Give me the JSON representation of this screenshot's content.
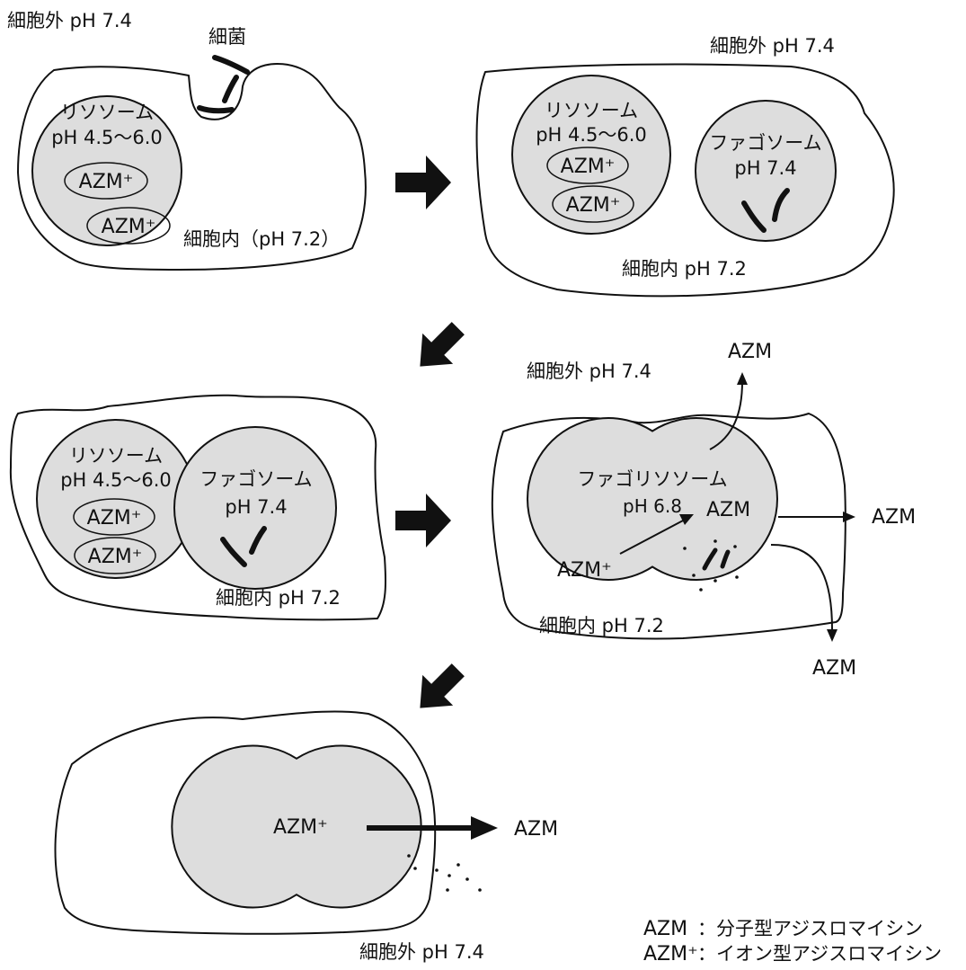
{
  "colors": {
    "organelle_fill": "#dddddd",
    "line": "#111111",
    "background": "#ffffff"
  },
  "panel1": {
    "extracellular": "細胞外 pH 7.4",
    "bacterium": "細菌",
    "lysosome_name": "リソソーム",
    "lysosome_ph": "pH 4.5～6.0",
    "azm_ion_1": "AZM⁺",
    "azm_ion_2": "AZM⁺",
    "intracellular": "細胞内（pH 7.2）"
  },
  "panel2": {
    "extracellular": "細胞外 pH 7.4",
    "lysosome_name": "リソソーム",
    "lysosome_ph": "pH 4.5～6.0",
    "azm_ion_1": "AZM⁺",
    "azm_ion_2": "AZM⁺",
    "phagosome_name": "ファゴソーム",
    "phagosome_ph": "pH 7.4",
    "intracellular": "細胞内 pH 7.2"
  },
  "panel3": {
    "lysosome_name": "リソソーム",
    "lysosome_ph": "pH 4.5～6.0",
    "azm_ion_1": "AZM⁺",
    "azm_ion_2": "AZM⁺",
    "phagosome_name": "ファゴソーム",
    "phagosome_ph": "pH 7.4",
    "intracellular": "細胞内 pH 7.2"
  },
  "panel4": {
    "extracellular": "細胞外 pH 7.4",
    "phagolysosome_name": "ファゴリソソーム",
    "phagolysosome_ph": "pH 6.8",
    "azm_inside": "AZM",
    "azm_ion": "AZM⁺",
    "azm_out_top": "AZM",
    "azm_out_right": "AZM",
    "azm_out_bottom": "AZM",
    "intracellular": "細胞内 pH 7.2"
  },
  "panel5": {
    "azm_ion": "AZM⁺",
    "azm_out": "AZM",
    "extracellular": "細胞外 pH 7.4"
  },
  "legend": {
    "row1_term": "AZM",
    "row1_desc": "：分子型アジスロマイシン",
    "row2_term": "AZM⁺",
    "row2_desc": "：イオン型アジスロマイシン"
  }
}
